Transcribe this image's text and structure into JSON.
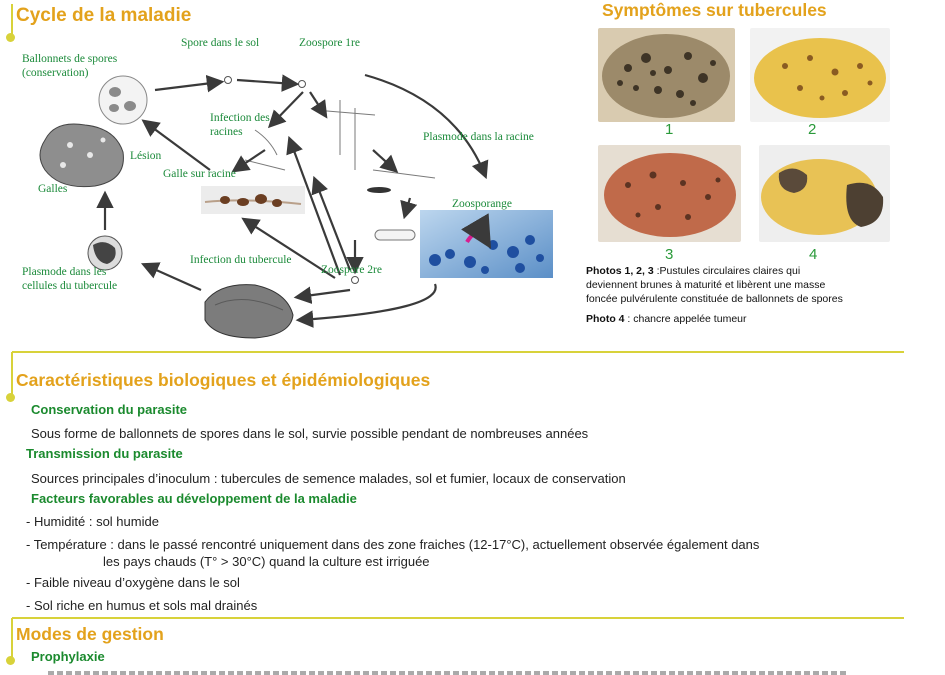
{
  "cycle": {
    "title": "Cycle de la maladie",
    "labels": {
      "ballonnets": "Ballonnets de spores",
      "ballonnets_sub": "(conservation)",
      "spore_sol": "Spore dans le sol",
      "zoospore1": "Zoospore 1re",
      "infection_racines_1": "Infection des",
      "infection_racines_2": "racines",
      "lesion": "Lésion",
      "galle_racine": "Galle sur racine",
      "galles": "Galles",
      "plasmode_racine": "Plasmode dans la racine",
      "zoosporange": "Zoosporange",
      "infection_tubercule": "Infection du tubercule",
      "zoospore2": "Zoospore 2re",
      "plasmode_cellules_1": "Plasmode dans les",
      "plasmode_cellules_2": "cellules du tubercule"
    }
  },
  "symptoms": {
    "title": "Symptômes sur tubercules",
    "photos": [
      {
        "number": "1",
        "icon": "potato-scab-photo"
      },
      {
        "number": "2",
        "icon": "potato-yellow-photo"
      },
      {
        "number": "3",
        "icon": "potato-red-photo"
      },
      {
        "number": "4",
        "icon": "potato-tumour-photo"
      }
    ],
    "caption_1_bold": "Photos 1, 2, 3",
    "caption_1_line1": " :Pustules circulaires claires qui",
    "caption_1_line2": "deviennent brunes à maturité et libèrent une masse",
    "caption_1_line3": "foncée pulvérulente constituée de ballonnets de spores",
    "caption_2_bold": "Photo 4",
    "caption_2_text": " : chancre appelée tumeur"
  },
  "biology": {
    "title": "Caractéristiques biologiques et épidémiologiques",
    "conservation_title": "Conservation du parasite",
    "conservation_text": "Sous forme de ballonnets de spores dans le sol, survie possible pendant de nombreuses années",
    "transmission_title": "Transmission du parasite",
    "transmission_text": "Sources principales d’inoculum : tubercules de semence malades, sol et fumier, locaux de conservation",
    "factors_title": "Facteurs favorables au développement de la maladie",
    "factors": [
      "- Humidité : sol humide",
      "- Température : dans le passé rencontré uniquement dans des zone fraiches  (12-17°C), actuellement observée également dans",
      "les pays chauds (T° > 30°C) quand la culture est irriguée",
      "- Faible niveau d’oxygène dans le sol",
      "- Sol riche en humus et sols mal drainés"
    ]
  },
  "management": {
    "title": "Modes de gestion",
    "prophylaxie_title": "Prophylaxie"
  }
}
